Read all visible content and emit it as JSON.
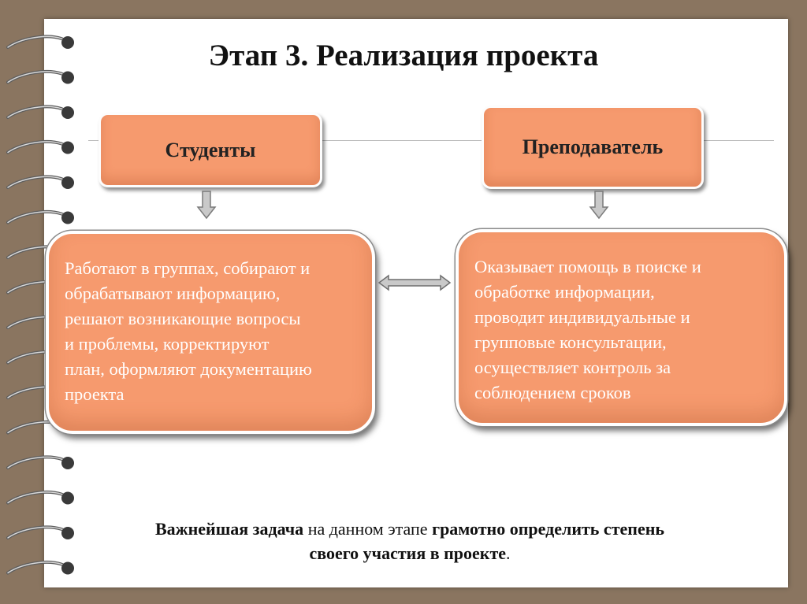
{
  "title": "Этап 3. Реализация проекта",
  "students": {
    "heading": "Студенты",
    "lines": [
      "Работают в группах, собирают и",
      "обрабатывают информацию,",
      "решают возникающие вопросы",
      "и проблемы, корректируют",
      "план, оформляют документацию",
      "проекта"
    ]
  },
  "teacher": {
    "heading": "Преподаватель",
    "lines": [
      "Оказывает помощь в поиске и",
      "обработке информации,",
      "проводит индивидуальные и",
      "групповые консультации,",
      "осуществляет контроль за",
      "соблюдением сроков"
    ]
  },
  "footer": {
    "part1_bold": "Важнейшая задача",
    "part2": " на данном этапе ",
    "part3_bold": " грамотно определить степень",
    "part4_bold": "своего участия в проекте",
    "part5": "."
  },
  "colors": {
    "box_fill": "#f69a6e",
    "background": "#8a7560",
    "arrow_fill": "#c4c4c4"
  }
}
